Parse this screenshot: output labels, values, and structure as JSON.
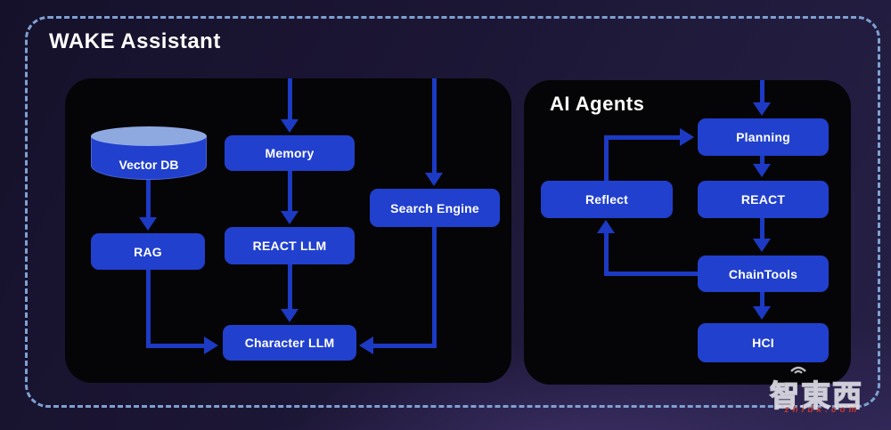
{
  "page": {
    "title": "WAKE Assistant"
  },
  "agents_panel": {
    "title": "AI Agents"
  },
  "nodes": {
    "vector_db": "Vector DB",
    "memory": "Memory",
    "search_engine": "Search Engine",
    "rag": "RAG",
    "react_llm": "REACT LLM",
    "character_llm": "Character LLM",
    "planning": "Planning",
    "react": "REACT",
    "reflect": "Reflect",
    "chaintools": "ChainTools",
    "hci": "HCI"
  },
  "edges": [
    {
      "from": "external-top",
      "to": "memory"
    },
    {
      "from": "external-top",
      "to": "search_engine"
    },
    {
      "from": "vector_db",
      "to": "rag"
    },
    {
      "from": "memory",
      "to": "react_llm"
    },
    {
      "from": "rag",
      "to": "character_llm"
    },
    {
      "from": "react_llm",
      "to": "character_llm"
    },
    {
      "from": "search_engine",
      "to": "character_llm"
    },
    {
      "from": "external-top",
      "to": "planning"
    },
    {
      "from": "reflect",
      "to": "planning"
    },
    {
      "from": "planning",
      "to": "react"
    },
    {
      "from": "react",
      "to": "chaintools"
    },
    {
      "from": "chaintools",
      "to": "reflect"
    },
    {
      "from": "chaintools",
      "to": "hci"
    }
  ],
  "watermark": {
    "logo": "智東西",
    "site": "zhidx.com"
  },
  "colors": {
    "box": "#2140cd",
    "arrow": "#1c3ac4",
    "cylinder_top": "#8ea8e0",
    "dash": "#7ea0d2",
    "panel_bg": "#050507",
    "text": "#ffffff",
    "watermark_red": "#bf3a2e"
  }
}
